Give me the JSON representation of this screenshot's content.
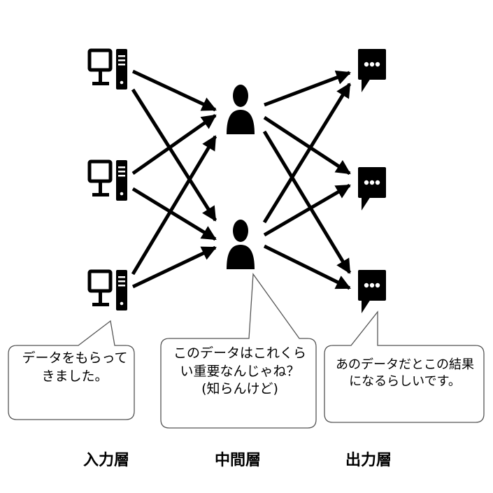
{
  "nodes": {
    "input": [
      "computer-icon",
      "computer-icon",
      "computer-icon"
    ],
    "hidden": [
      "person-icon",
      "person-icon"
    ],
    "output": [
      "speech-bubble-icon",
      "speech-bubble-icon",
      "speech-bubble-icon"
    ]
  },
  "bubbles": {
    "input": "データをもらって\nきました。",
    "hidden": "このデータはこれくら\nい重要なんじゃね？\n(知らんけど)",
    "output": "あのデータだとこの結果\nになるらしいです。"
  },
  "layers": {
    "input": "入力層",
    "hidden": "中間層",
    "output": "出力層"
  },
  "colors": {
    "ink": "#000000",
    "background": "#ffffff",
    "bubble_border": "#555555"
  }
}
